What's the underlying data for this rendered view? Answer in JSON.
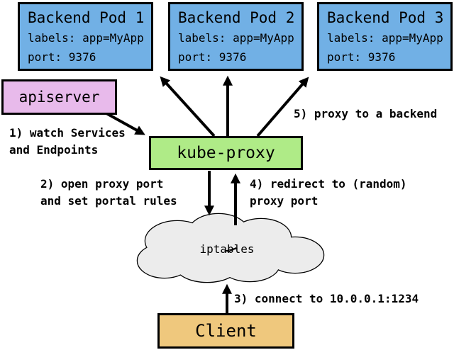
{
  "nodes": {
    "pods": [
      {
        "title": "Backend Pod 1",
        "labels_line": "labels: app=MyApp",
        "port_line": "port: 9376"
      },
      {
        "title": "Backend Pod 2",
        "labels_line": "labels: app=MyApp",
        "port_line": "port: 9376"
      },
      {
        "title": "Backend Pod 3",
        "labels_line": "labels: app=MyApp",
        "port_line": "port: 9376"
      }
    ],
    "apiserver": {
      "label": "apiserver"
    },
    "kube_proxy": {
      "label": "kube-proxy"
    },
    "iptables": {
      "label": "iptables"
    },
    "client": {
      "label": "Client"
    }
  },
  "annotations": {
    "step1": "1) watch Services\nand Endpoints",
    "step2": "2) open proxy port\nand set portal rules",
    "step3": "3) connect to 10.0.0.1:1234",
    "step4": "4) redirect to (random)\nproxy port",
    "step5": "5) proxy to a backend"
  },
  "colors": {
    "pod_fill": "#71B0E5",
    "apiserver_fill": "#E8BAEB",
    "kube_proxy_fill": "#AFEB87",
    "client_fill": "#EFC87D",
    "cloud_fill": "#ECECEC",
    "border": "#000000",
    "background": "#FFFFFF"
  }
}
